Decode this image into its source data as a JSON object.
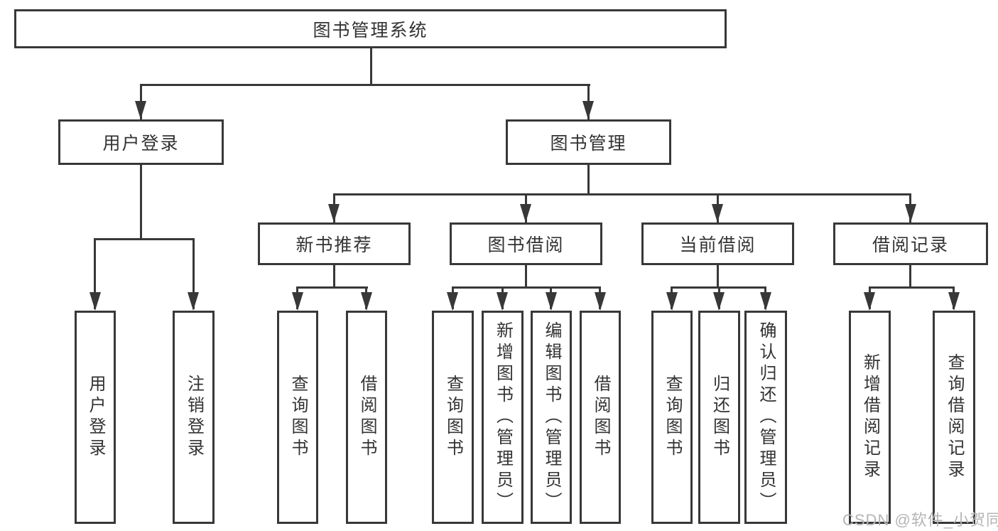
{
  "diagram": {
    "root_label": "图书管理系统",
    "watermark": "CSDN @软件_小贺同学",
    "colors": {
      "line": "#383838",
      "text": "#333333",
      "watermark": "#b5b5b5",
      "background": "#ffffff"
    },
    "branches": [
      {
        "label": "用户登录",
        "children": [
          "用户登录",
          "注销登录"
        ]
      },
      {
        "label": "图书管理",
        "groups": [
          {
            "label": "新书推荐",
            "children": [
              "查询图书",
              "借阅图书"
            ]
          },
          {
            "label": "图书借阅",
            "children": [
              "查询图书",
              "新增图书（管理员）",
              "编辑图书（管理员）",
              "借阅图书"
            ]
          },
          {
            "label": "当前借阅",
            "children": [
              "查询图书",
              "归还图书",
              "确认归还（管理员）"
            ]
          },
          {
            "label": "借阅记录",
            "children": [
              "新增借阅记录",
              "查询借阅记录"
            ]
          }
        ]
      }
    ]
  }
}
